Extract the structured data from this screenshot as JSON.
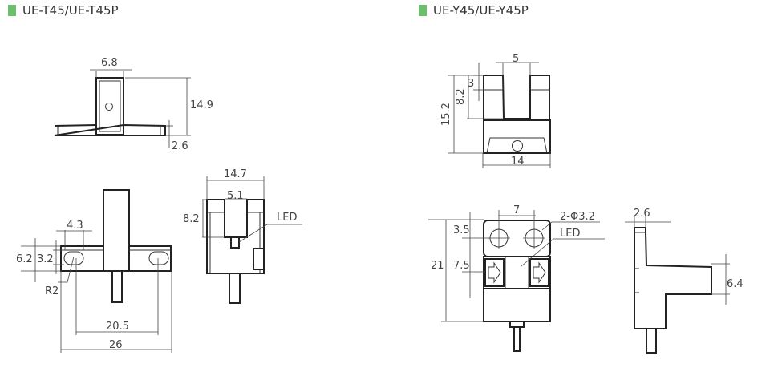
{
  "left_model": "UE-T45/UE-T45P",
  "right_model": "UE-Y45/UE-Y45P",
  "marker_color": "#6dbf6d",
  "t45": {
    "top_width": "6.8",
    "height_top": "14.9",
    "flange_thickness": "2.6",
    "body_width": "14.7",
    "slot_width": "5.1",
    "slot_depth": "8.2",
    "led": "LED",
    "slot_len": "4.3",
    "height_a": "6.2",
    "height_b": "3.2",
    "radius": "R2",
    "hole_pitch": "20.5",
    "total_width": "26"
  },
  "y45": {
    "slot_width": "5",
    "top_step": "3",
    "slot_depth": "8.2",
    "height": "15.2",
    "width": "14",
    "hole_pitch": "7",
    "holes": "2-Φ3.2",
    "led": "LED",
    "hole_offset": "3.5",
    "total_height": "21",
    "window_pos": "7.5",
    "flange_thk": "2.6",
    "flange_height": "6.4"
  }
}
